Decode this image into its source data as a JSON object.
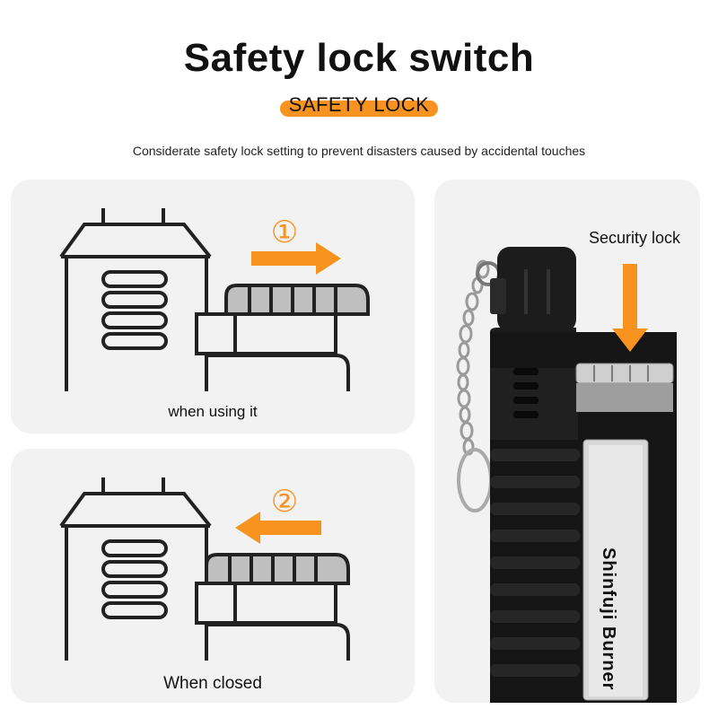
{
  "header": {
    "title": "Safety lock switch",
    "subtitle": "SAFETY LOCK",
    "description": "Considerate safety lock setting to prevent disasters caused by accidental touches"
  },
  "panels": {
    "using": {
      "step": "①",
      "caption": "when using it"
    },
    "closed": {
      "step": "②",
      "caption": "When closed"
    },
    "photo": {
      "label": "Security lock",
      "brand": "Shinfuji Burner"
    }
  },
  "colors": {
    "accent": "#f7931e",
    "panel_bg": "#f2f2f2"
  }
}
